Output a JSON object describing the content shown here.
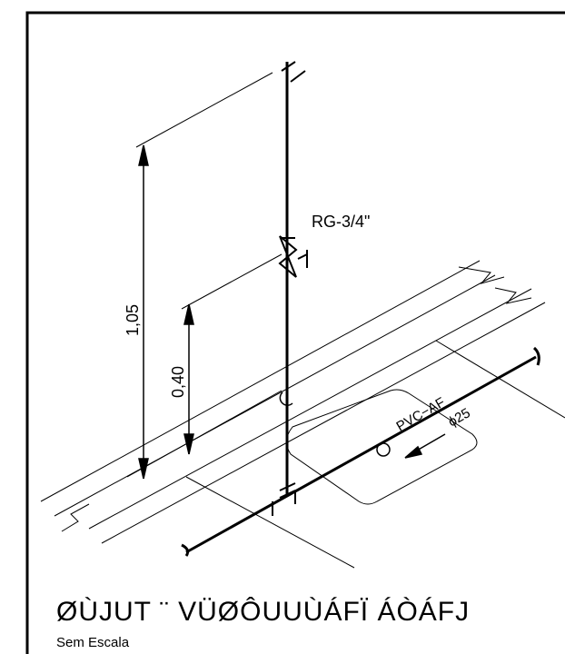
{
  "drawing": {
    "valve_label": "RG-3/4\"",
    "dim_total": "1,05",
    "dim_valve": "0,40",
    "pipe_material": "PVC−AF",
    "pipe_diameter": "ϕ25",
    "title": "ØÙJUT ¨ VÜØÔUUÙÁFÏ ÁÒÁFJ",
    "scale_note": "Sem Escala"
  },
  "colors": {
    "line": "#000000",
    "background": "#ffffff"
  }
}
